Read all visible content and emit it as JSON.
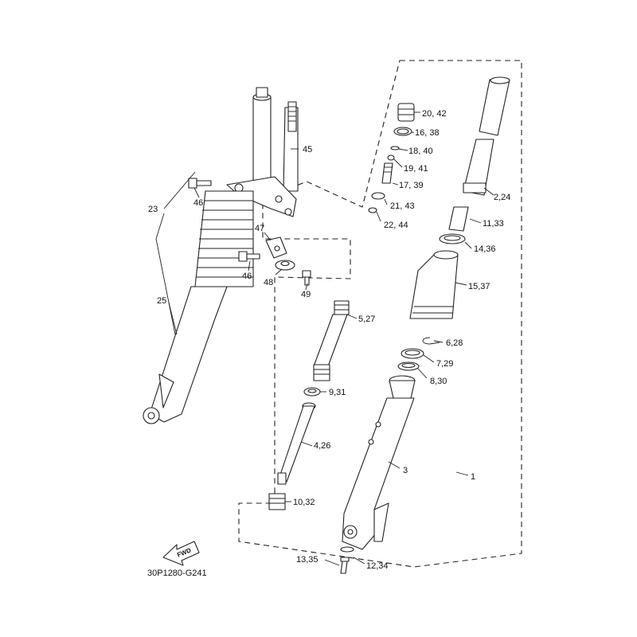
{
  "diagram_code": "30P1280-G241",
  "fwd_label": "FWD",
  "labels": {
    "l1": "1",
    "l2_24": "2,24",
    "l3": "3",
    "l4_26": "4,26",
    "l5_27": "5,27",
    "l6_28": "6,28",
    "l7_29": "7,29",
    "l8_30": "8,30",
    "l9_31": "9,31",
    "l10_32": "10,32",
    "l11_33": "11,33",
    "l12_34": "12,34",
    "l13_35": "13,35",
    "l14_36": "14,36",
    "l15_37": "15,37",
    "l16_38": "16, 38",
    "l17_39": "17, 39",
    "l18_40": "18, 40",
    "l19_41": "19, 41",
    "l20_42": "20, 42",
    "l21_43": "21, 43",
    "l22_44": "22, 44",
    "l23": "23",
    "l25": "25",
    "l45": "45",
    "l46a": "46",
    "l46b": "46",
    "l47": "47",
    "l48": "48",
    "l49": "49"
  }
}
